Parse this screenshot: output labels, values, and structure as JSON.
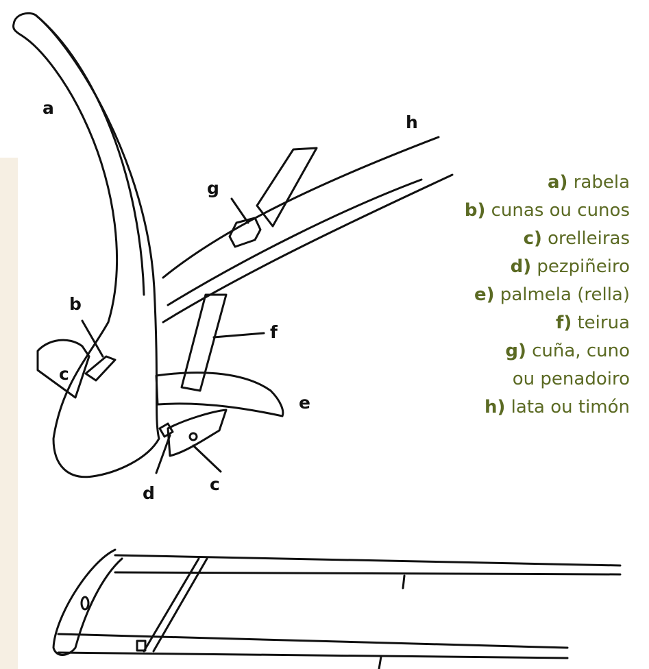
{
  "part_labels": {
    "a": "a",
    "b": "b",
    "c1": "c",
    "c2": "c",
    "d": "d",
    "e": "e",
    "f": "f",
    "g": "g",
    "h": "h"
  },
  "legend": [
    {
      "key": "a)",
      "text": " rabela"
    },
    {
      "key": "b)",
      "text": " cunas ou cunos"
    },
    {
      "key": "c)",
      "text": " orelleiras"
    },
    {
      "key": "d)",
      "text": " pezpiñeiro"
    },
    {
      "key": "e)",
      "text": " palmela (rella)"
    },
    {
      "key": "f)",
      "text": " teirua"
    },
    {
      "key": "g)",
      "text": " cuña, cuno"
    },
    {
      "key": "",
      "text": "ou penadoiro"
    },
    {
      "key": "h)",
      "text": " lata ou timón"
    }
  ],
  "colors": {
    "legend_text": "#5b6a23",
    "line_art": "#111111",
    "background_strip": "#f6efe3"
  }
}
